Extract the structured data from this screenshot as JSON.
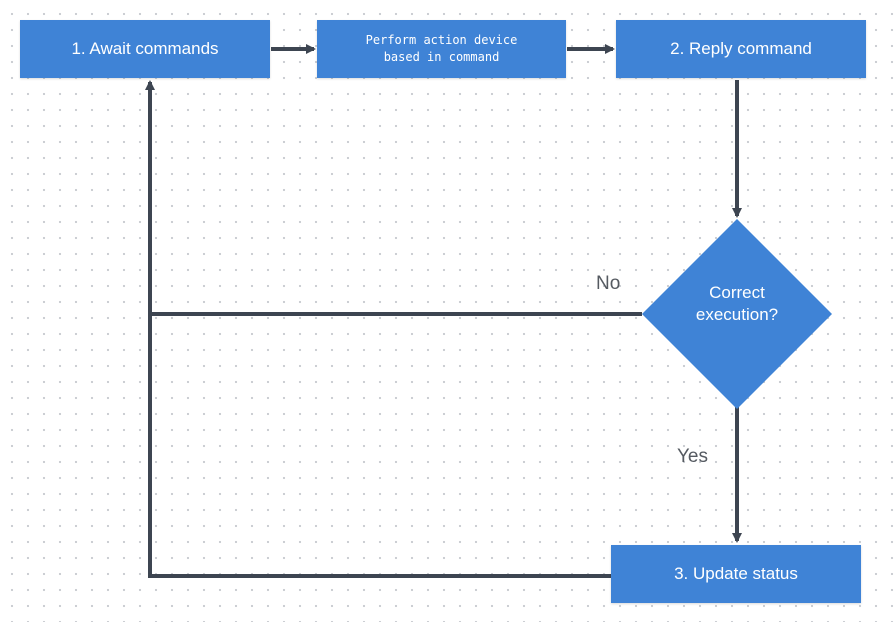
{
  "flowchart": {
    "nodes": {
      "await_commands": "1.  Await commands",
      "perform_action": "Perform action device\nbased in command",
      "reply_command": "2. Reply command",
      "correct_execution": "Correct\nexecution?",
      "update_status": "3. Update status"
    },
    "edge_labels": {
      "no": "No",
      "yes": "Yes"
    }
  },
  "colors": {
    "node_fill": "#3f83d6",
    "node_text": "#ffffff",
    "connector": "#3d4551",
    "edge_label_text": "#555a61"
  }
}
